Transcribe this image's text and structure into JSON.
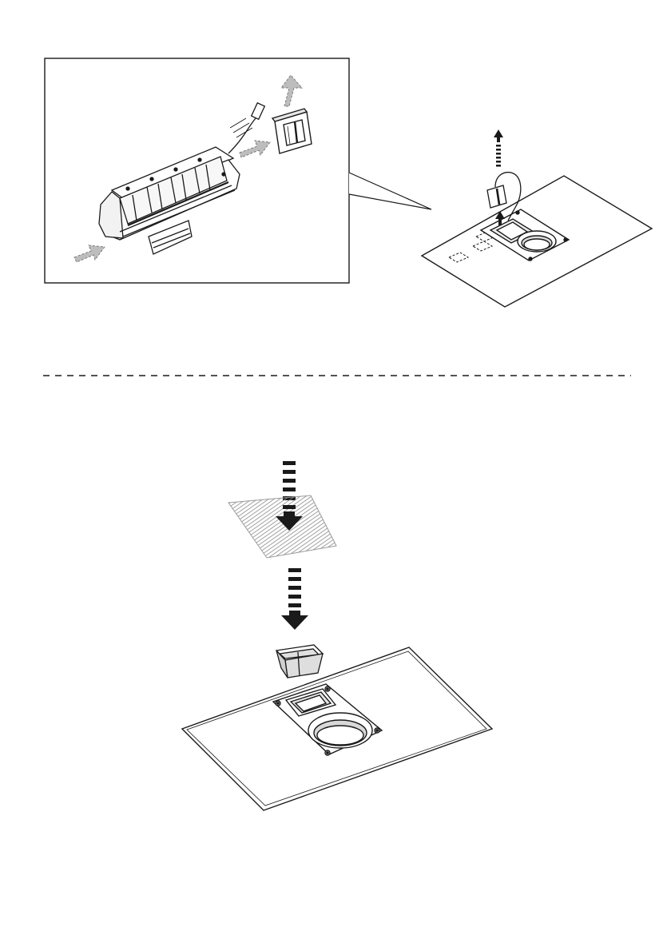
{
  "page": {
    "background": "#ffffff",
    "line_color": "#1a1a1a",
    "arrow_gray": "#a8a8a8",
    "filter_gray": "#9a9a9a",
    "arrow_black": "#1a1a1a"
  },
  "steps": [
    {
      "name": "remove-filter-cassette",
      "icons": [
        "detail-callout-frame",
        "filter-cassette-icon",
        "grease-filter-block-icon",
        "hob-surface-icon",
        "airflow-arrow-icon"
      ]
    },
    {
      "name": "insert-filter",
      "icons": [
        "filter-mesh-icon",
        "down-arrow-icon",
        "filter-cassette-icon",
        "hob-surface-icon"
      ]
    }
  ]
}
